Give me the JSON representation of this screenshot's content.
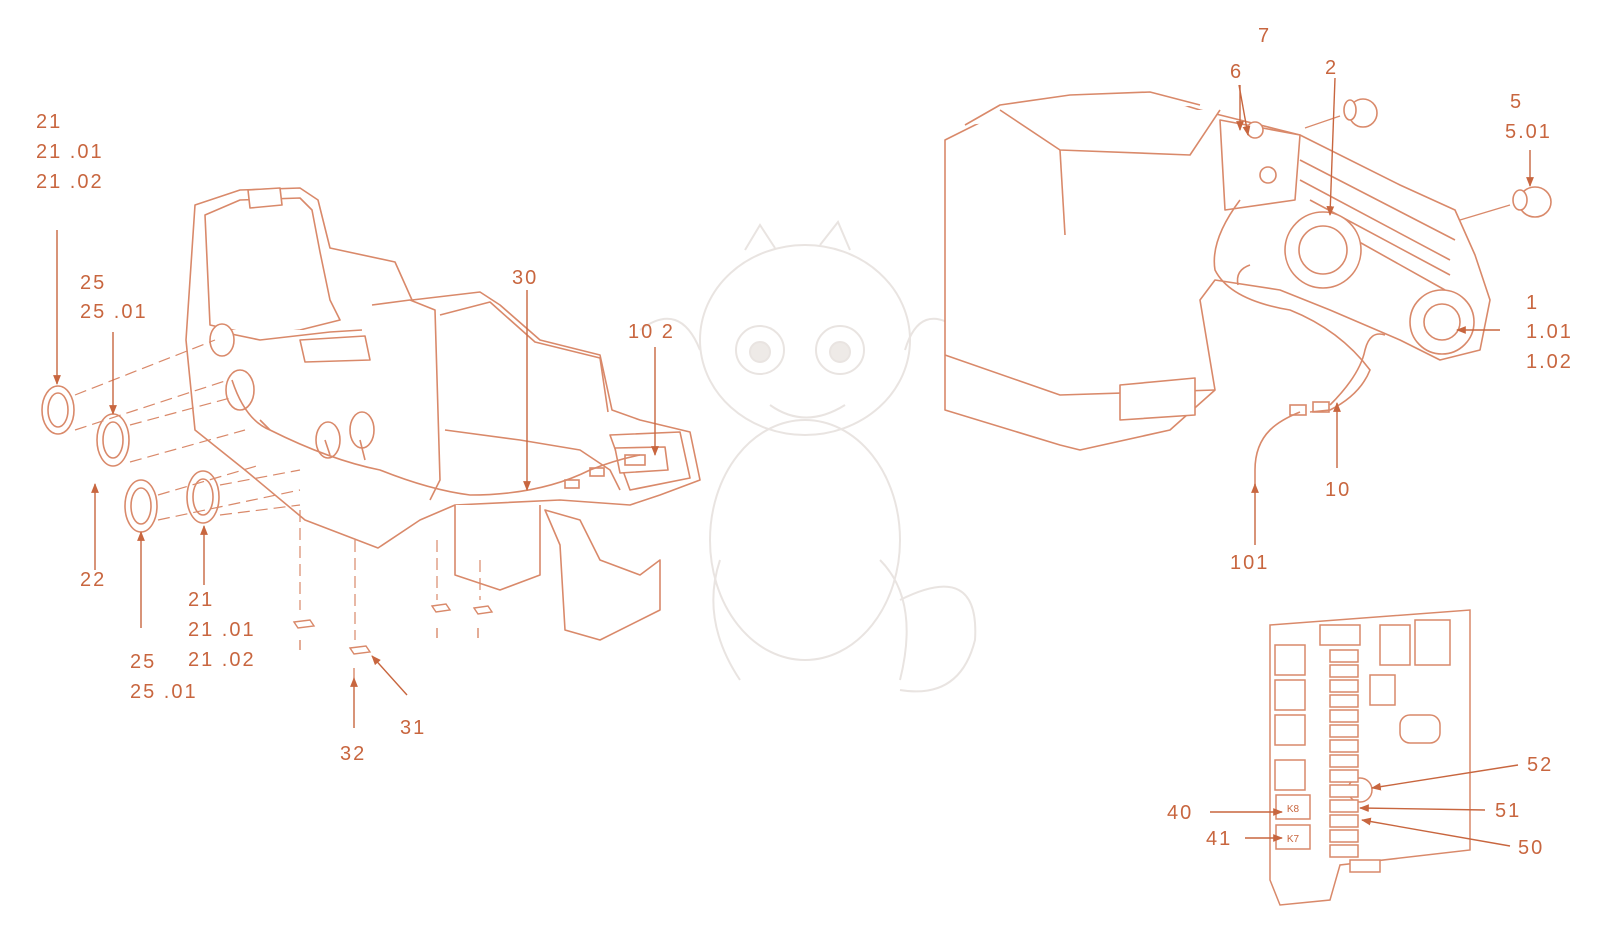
{
  "colors": {
    "ink": "#c8663f",
    "line": "#d9896a",
    "watermark": "#e9e4e1",
    "fill": "#ffffff"
  },
  "labels": {
    "l21a": "21",
    "l2101a": "21 .01",
    "l2102a": "21 .02",
    "l25a": "25",
    "l2501a": "25 .01",
    "l22": "22",
    "l21b": "21",
    "l2101b": "21 .01",
    "l2102b": "21 .02",
    "l25b": "25",
    "l2501b": "25 .01",
    "l30": "30",
    "l102": "10 2",
    "l31": "31",
    "l32": "32",
    "l6": "6",
    "l7": "7",
    "l2": "2",
    "l5": "5",
    "l501": "5.01",
    "l1": "1",
    "l101": "1.01",
    "l102b": "1.02",
    "l10": "10",
    "l101c": "101",
    "l52": "52",
    "l51": "51",
    "l50": "50",
    "l40": "40",
    "l41": "41"
  },
  "relay_marks": {
    "k8": "K8",
    "k7": "K7"
  }
}
